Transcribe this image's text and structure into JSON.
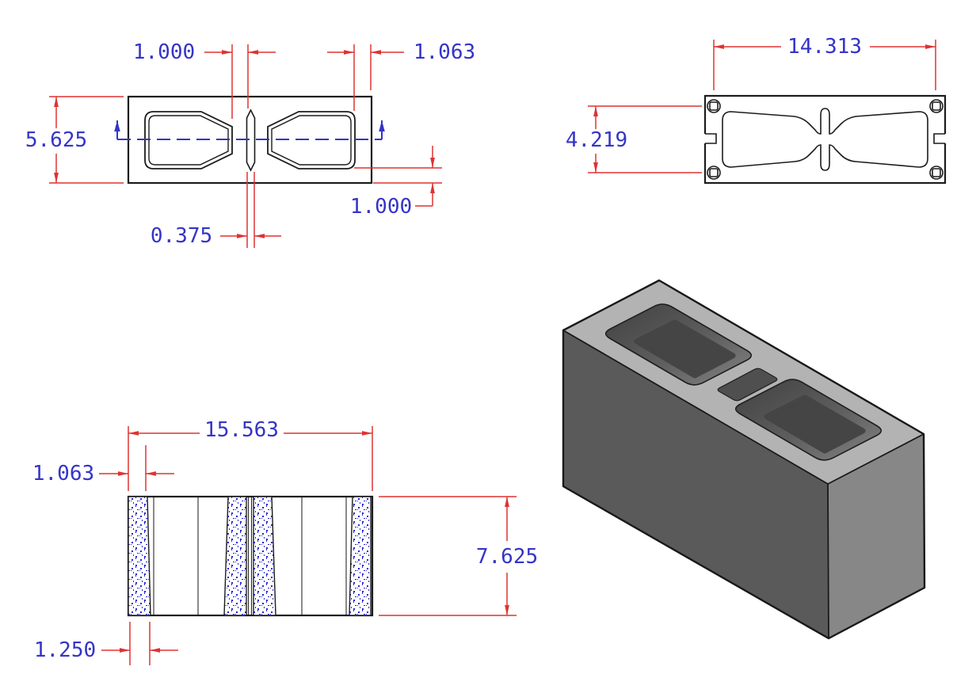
{
  "document": {
    "type": "cad-multiview-drawing",
    "subject": "two-core concrete masonry block"
  },
  "colors": {
    "background": "#ffffff",
    "linework": "#1c1c1c",
    "dimension_line": "#e03232",
    "dimension_text": "#3434c8",
    "centerline": "#3434c8",
    "section_stipple": "#2525d5",
    "iso_top_face": "#b3b3b3",
    "iso_front_face": "#5a5a5a",
    "iso_right_face": "#878787"
  },
  "views": {
    "plan": {
      "label": "plan-view",
      "dimensions": {
        "web_gap": "1.000",
        "end_shell": "1.063",
        "width": "5.625",
        "web_thickness": "0.375",
        "face_shell": "1.000"
      }
    },
    "bottom": {
      "label": "bottom-view",
      "dimensions": {
        "core_span": "14.313",
        "core_height": "4.219"
      }
    },
    "section": {
      "label": "section-view",
      "dimensions": {
        "length": "15.563",
        "top_shell": "1.063",
        "height": "7.625",
        "bottom_shell": "1.250"
      }
    },
    "isometric": {
      "label": "isometric-view"
    }
  }
}
